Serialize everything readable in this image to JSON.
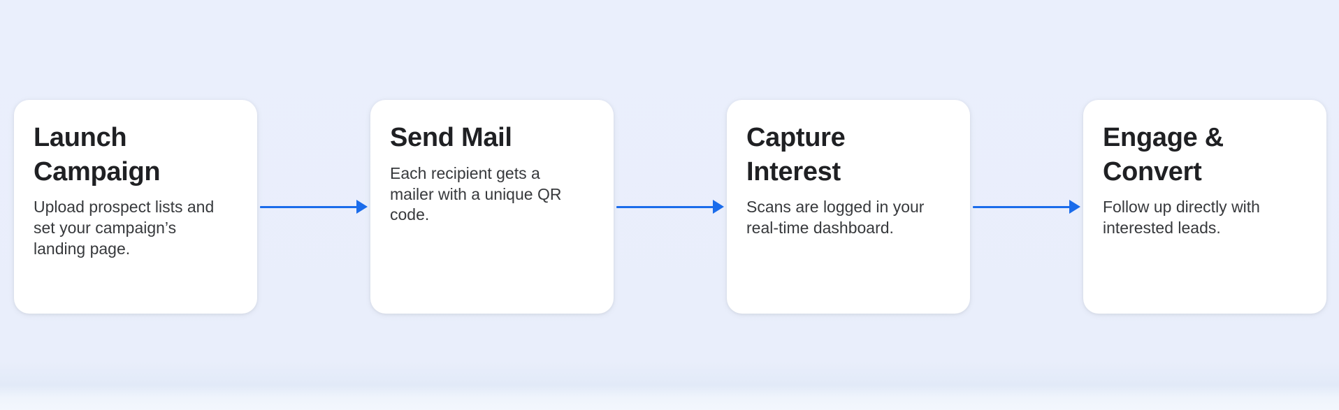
{
  "page": {
    "background_color": "#e9eefb",
    "card_color": "#ffffff",
    "accent_color": "#1b6ceb",
    "title_color": "#1f2023",
    "body_color": "#37393c"
  },
  "flow": {
    "steps": [
      {
        "title": "Launch Campaign",
        "description": "Upload prospect lists and set your campaign’s landing page."
      },
      {
        "title": "Send Mail",
        "description": "Each recipient gets a mailer with a unique QR code."
      },
      {
        "title": "Capture Interest",
        "description": "Scans are logged in your real-time dashboard."
      },
      {
        "title": "Engage & Convert",
        "description": "Follow up directly with interested leads."
      }
    ]
  }
}
